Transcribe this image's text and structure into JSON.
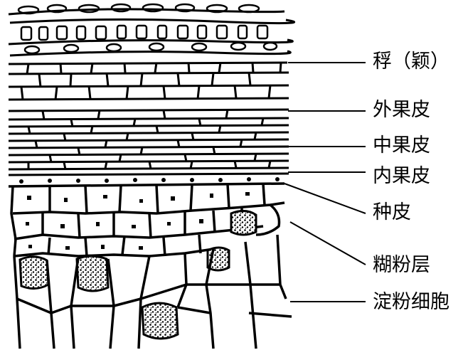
{
  "labels": {
    "husk": "稃（颖）",
    "exocarp": "外果皮",
    "mesocarp": "中果皮",
    "endocarp": "内果皮",
    "seed_coat": "种皮",
    "aleurone_layer": "糊粉层",
    "starch_cells": "淀粉细胞"
  },
  "colors": {
    "ink": "#000000",
    "paper": "#ffffff"
  }
}
